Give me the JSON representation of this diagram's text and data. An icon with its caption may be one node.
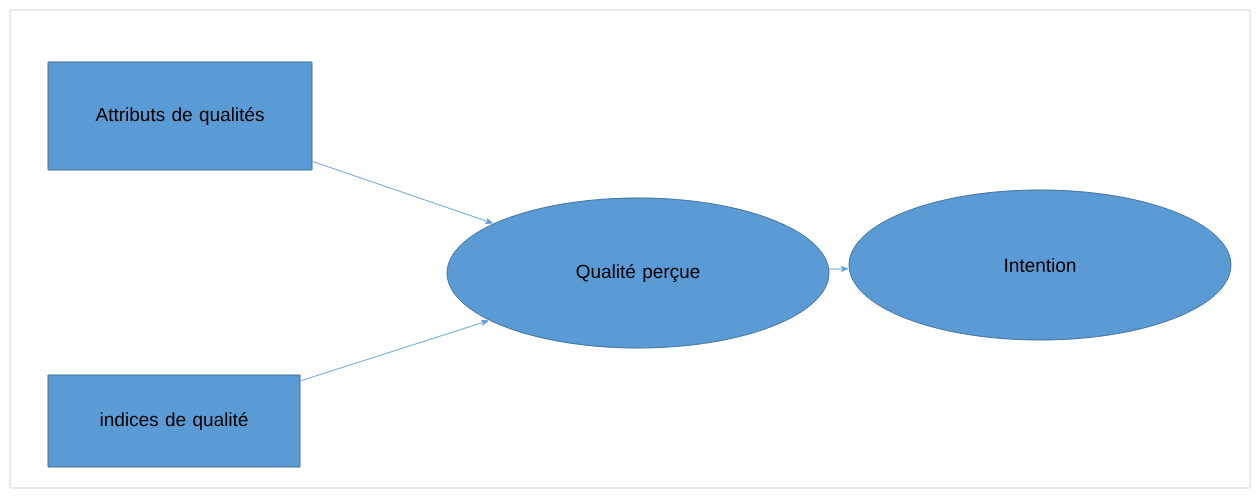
{
  "diagram": {
    "nodes": [
      {
        "text": [
          "Attributs de qualités"
        ]
      },
      {
        "text": [
          "indices de qualité"
        ]
      },
      {
        "text": [
          "Qualité perçue"
        ]
      },
      {
        "text": [
          "Intention"
        ]
      }
    ],
    "edges": [
      {
        "from": 0,
        "to": 2,
        "arrow": "to"
      },
      {
        "from": 1,
        "to": 2,
        "arrow": "to"
      },
      {
        "from": 2,
        "to": 3,
        "arrow": "to"
      }
    ]
  }
}
